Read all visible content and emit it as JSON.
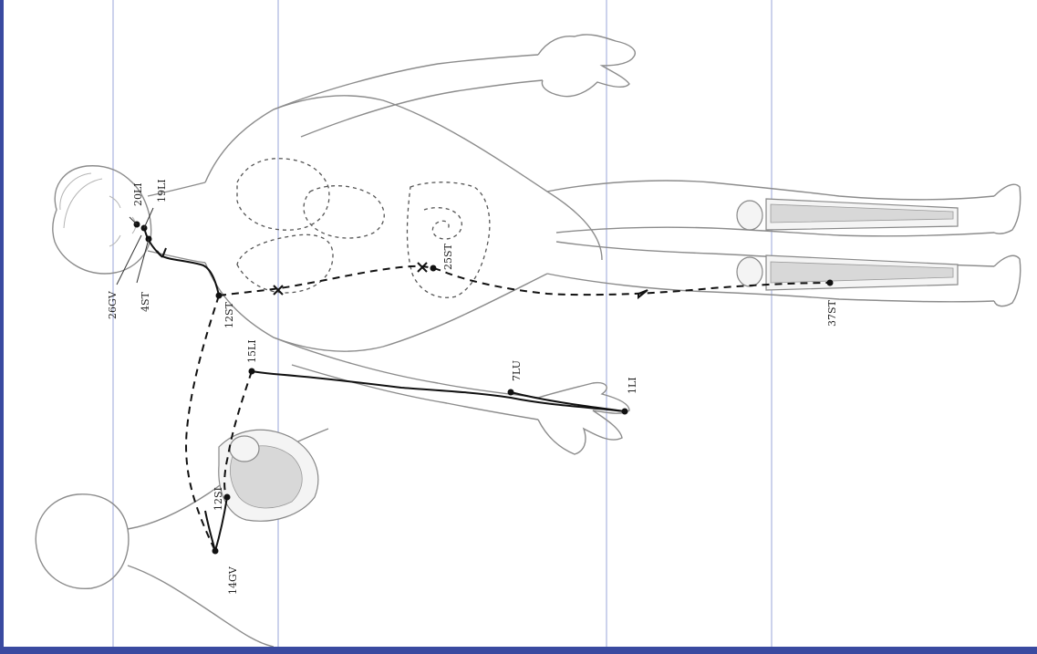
{
  "labels": {
    "20LI": "20LI",
    "19LI": "19LI",
    "26GV": "26GV",
    "4ST": "4ST",
    "12ST": "12ST",
    "25ST": "25ST",
    "37ST": "37ST",
    "15LI": "15LI",
    "7LU": "7LU",
    "1LI": "1LI",
    "12SI": "12SI",
    "14GV": "14GV"
  },
  "colors": {
    "frame": "#3a4aa0",
    "grid": "#9aa6d8",
    "meridian": "#111111"
  }
}
